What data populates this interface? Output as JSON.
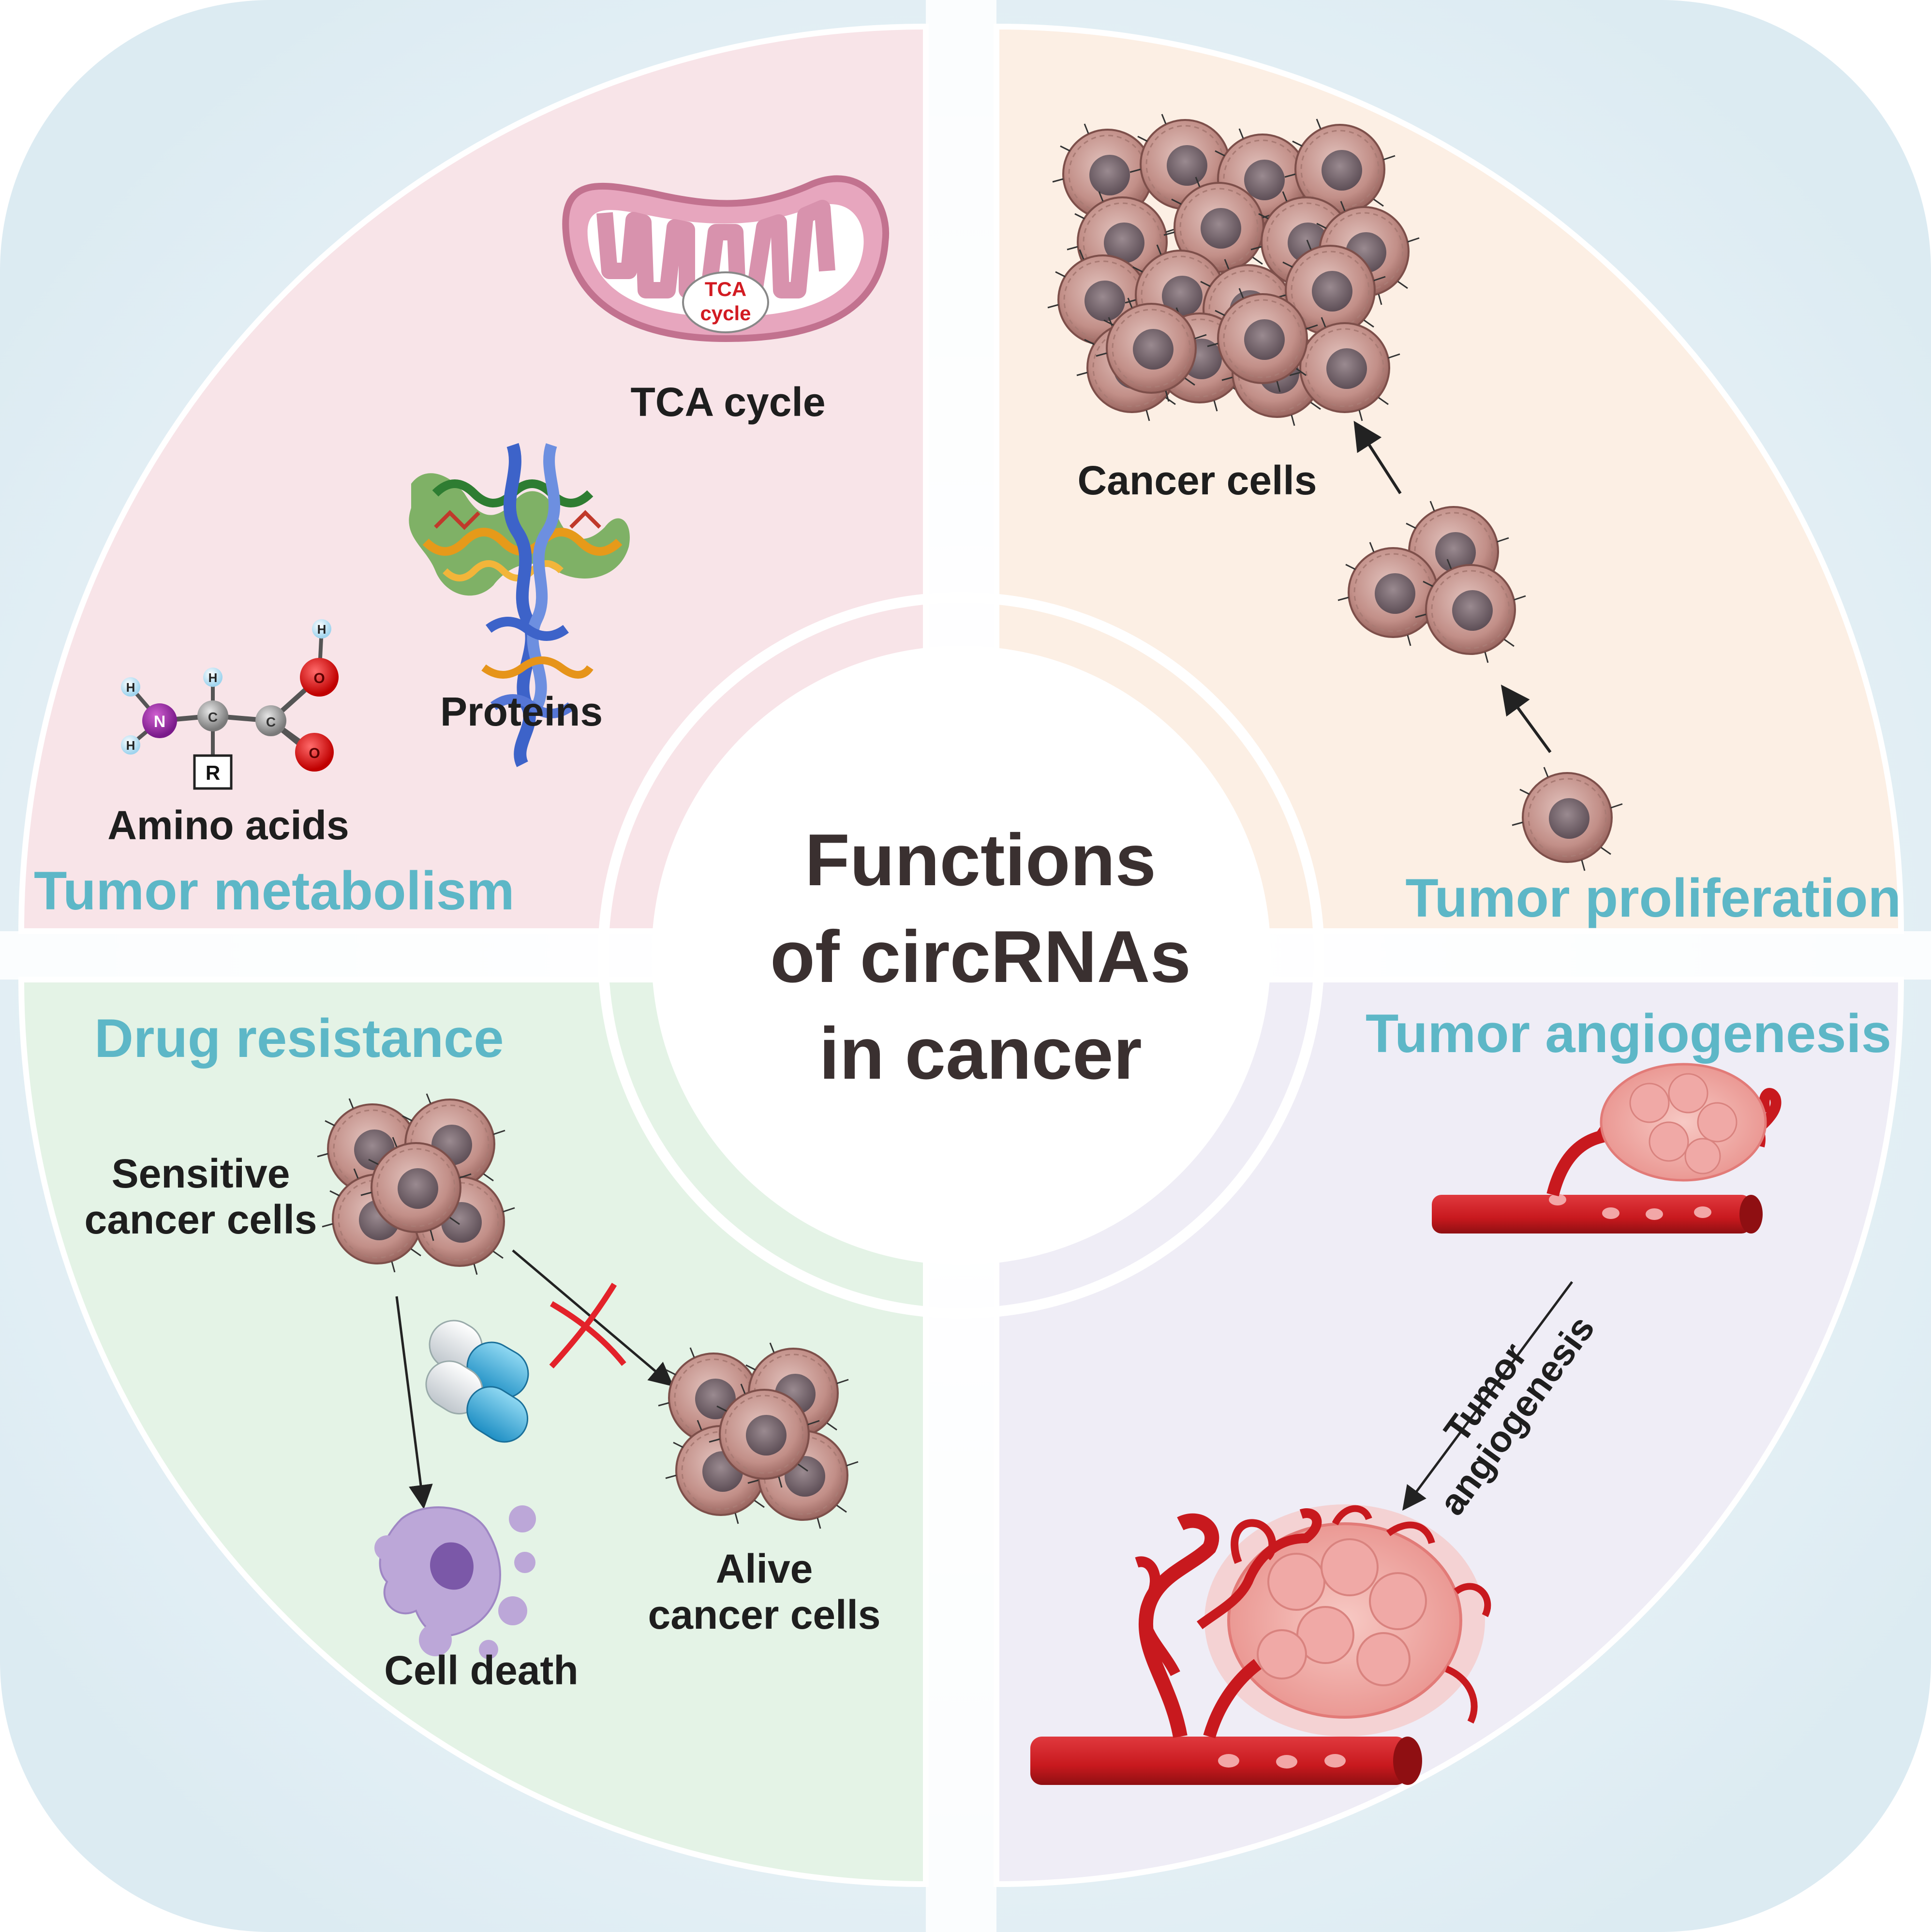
{
  "center_title": {
    "line1": "Functions",
    "line2": "of circRNAs",
    "line3": "in cancer"
  },
  "quadrants": {
    "metabolism": {
      "title": "Tumor metabolism",
      "tca_label": "TCA cycle",
      "tca_inner_line1": "TCA",
      "tca_inner_line2": "cycle",
      "proteins_label": "Proteins",
      "amino_acids_label": "Amino acids",
      "molecule_atoms": {
        "n": "N",
        "c": "C",
        "o": "O",
        "h": "H",
        "r": "R"
      }
    },
    "proliferation": {
      "title": "Tumor proliferation",
      "cancer_cells_label": "Cancer cells"
    },
    "drug_resistance": {
      "title": "Drug resistance",
      "sensitive_line1": "Sensitive",
      "sensitive_line2": "cancer cells",
      "alive_line1": "Alive",
      "alive_line2": "cancer cells",
      "cell_death_label": "Cell death"
    },
    "angiogenesis": {
      "title": "Tumor angiogenesis",
      "arrow_line1": "Tumor",
      "arrow_line2": "angiogenesis"
    }
  },
  "colors": {
    "metabolism_bg": "#f8e4e8",
    "proliferation_bg": "#fcefe4",
    "drug_resistance_bg": "#e4f3e6",
    "angiogenesis_bg": "#efedf6",
    "title_accent": "#5db7c7",
    "vessel": "#c8191e",
    "cell": "#c89a94"
  }
}
